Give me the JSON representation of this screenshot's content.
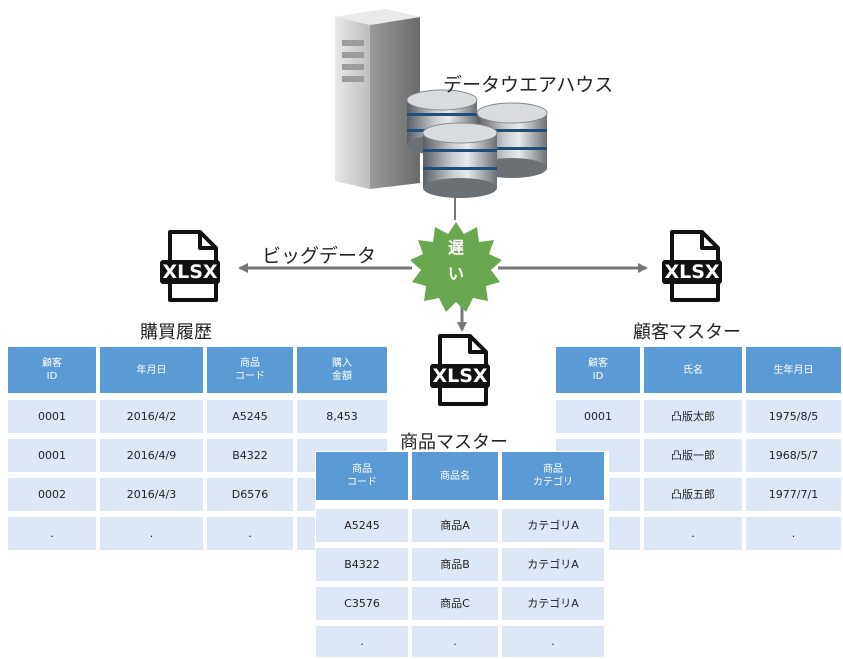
{
  "labels": {
    "warehouse": "データウエアハウス",
    "big_data": "ビッグデータ",
    "slow_line1": "遅",
    "slow_line2": "い",
    "purchase_title": "購買履歴",
    "customer_title": "顧客マスター",
    "product_title": "商品マスター"
  },
  "files": {
    "xlsx_label": "XLSX"
  },
  "purchase_table": {
    "headers": [
      "顧客\nID",
      "年月日",
      "商品\nコード",
      "購入\n金額"
    ],
    "rows": [
      [
        "0001",
        "2016/4/2",
        "A5245",
        "8,453"
      ],
      [
        "0001",
        "2016/4/9",
        "B4322",
        ""
      ],
      [
        "0002",
        "2016/4/3",
        "D6576",
        ""
      ],
      [
        ".",
        ".",
        ".",
        ""
      ]
    ]
  },
  "customer_table": {
    "headers": [
      "顧客\nID",
      "氏名",
      "生年月日"
    ],
    "rows": [
      [
        "0001",
        "凸版太郎",
        "1975/8/5"
      ],
      [
        "",
        "凸版一郎",
        "1968/5/7"
      ],
      [
        "",
        "凸版五郎",
        "1977/7/1"
      ],
      [
        "",
        ".",
        "."
      ]
    ]
  },
  "product_table": {
    "headers": [
      "商品\nコード",
      "商品名",
      "商品\nカテゴリ"
    ],
    "rows": [
      [
        "A5245",
        "商品A",
        "カテゴリA"
      ],
      [
        "B4322",
        "商品B",
        "カテゴリA"
      ],
      [
        "C3576",
        "商品C",
        "カテゴリA"
      ],
      [
        ".",
        ".",
        "."
      ]
    ]
  },
  "colors": {
    "header_blue": "#5b9bd5",
    "cell_blue": "#dde7f5",
    "badge_green": "#6aa84f",
    "arrow_gray": "#777777"
  }
}
